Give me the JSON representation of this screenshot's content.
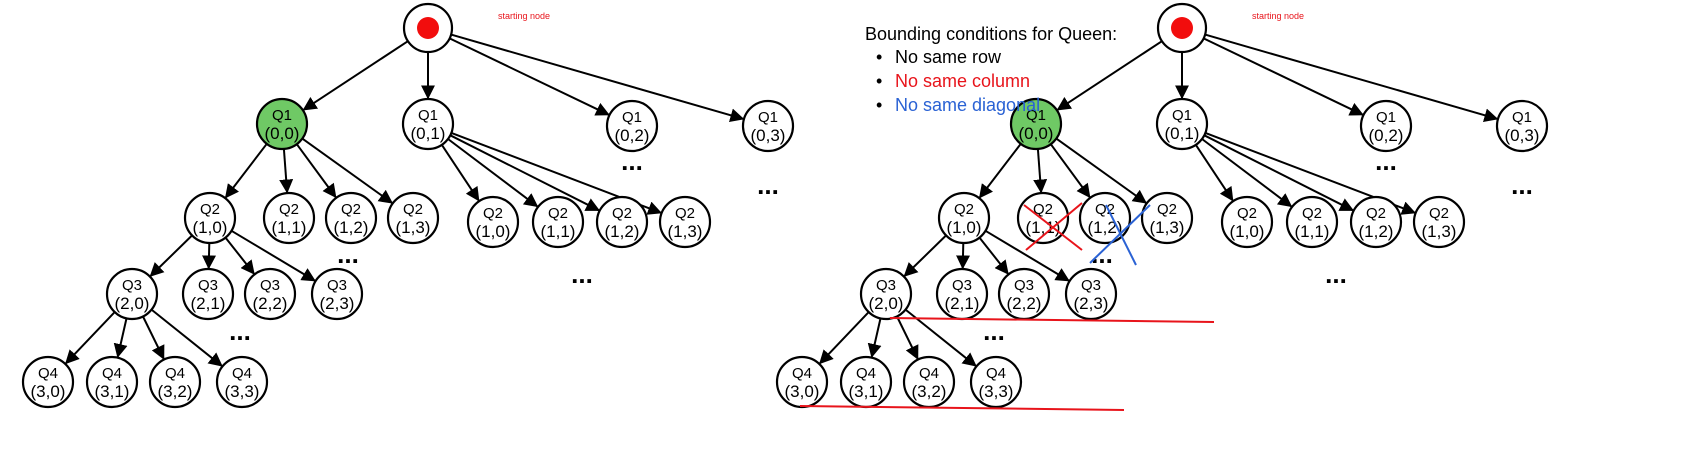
{
  "colors": {
    "start_dot": "#f20d0d",
    "highlight": "#6fc965",
    "strike_red": "#e8141b",
    "strike_blue": "#2a62d4",
    "legend_red": "#e8141b",
    "legend_blue": "#2a62d4"
  },
  "starting_label": "starting node",
  "ellipsis": "...",
  "legend": {
    "title": "Bounding conditions for Queen:",
    "bullet": "•",
    "items": [
      {
        "text": "No same row",
        "color": "#000000"
      },
      {
        "text": "No same column",
        "color": "#e8141b"
      },
      {
        "text": "No same diagonal",
        "color": "#2a62d4"
      }
    ]
  },
  "tree": {
    "q1": [
      {
        "label": "Q1",
        "coord": "(0,0)",
        "highlight": true
      },
      {
        "label": "Q1",
        "coord": "(0,1)",
        "highlight": false
      },
      {
        "label": "Q1",
        "coord": "(0,2)",
        "highlight": false
      },
      {
        "label": "Q1",
        "coord": "(0,3)",
        "highlight": false
      }
    ],
    "q2_a": [
      {
        "label": "Q2",
        "coord": "(1,0)"
      },
      {
        "label": "Q2",
        "coord": "(1,1)"
      },
      {
        "label": "Q2",
        "coord": "(1,2)"
      },
      {
        "label": "Q2",
        "coord": "(1,3)"
      }
    ],
    "q2_b": [
      {
        "label": "Q2",
        "coord": "(1,0)"
      },
      {
        "label": "Q2",
        "coord": "(1,1)"
      },
      {
        "label": "Q2",
        "coord": "(1,2)"
      },
      {
        "label": "Q2",
        "coord": "(1,3)"
      }
    ],
    "q3": [
      {
        "label": "Q3",
        "coord": "(2,0)"
      },
      {
        "label": "Q3",
        "coord": "(2,1)"
      },
      {
        "label": "Q3",
        "coord": "(2,2)"
      },
      {
        "label": "Q3",
        "coord": "(2,3)"
      }
    ],
    "q4": [
      {
        "label": "Q4",
        "coord": "(3,0)"
      },
      {
        "label": "Q4",
        "coord": "(3,1)"
      },
      {
        "label": "Q4",
        "coord": "(3,2)"
      },
      {
        "label": "Q4",
        "coord": "(3,3)"
      }
    ]
  }
}
